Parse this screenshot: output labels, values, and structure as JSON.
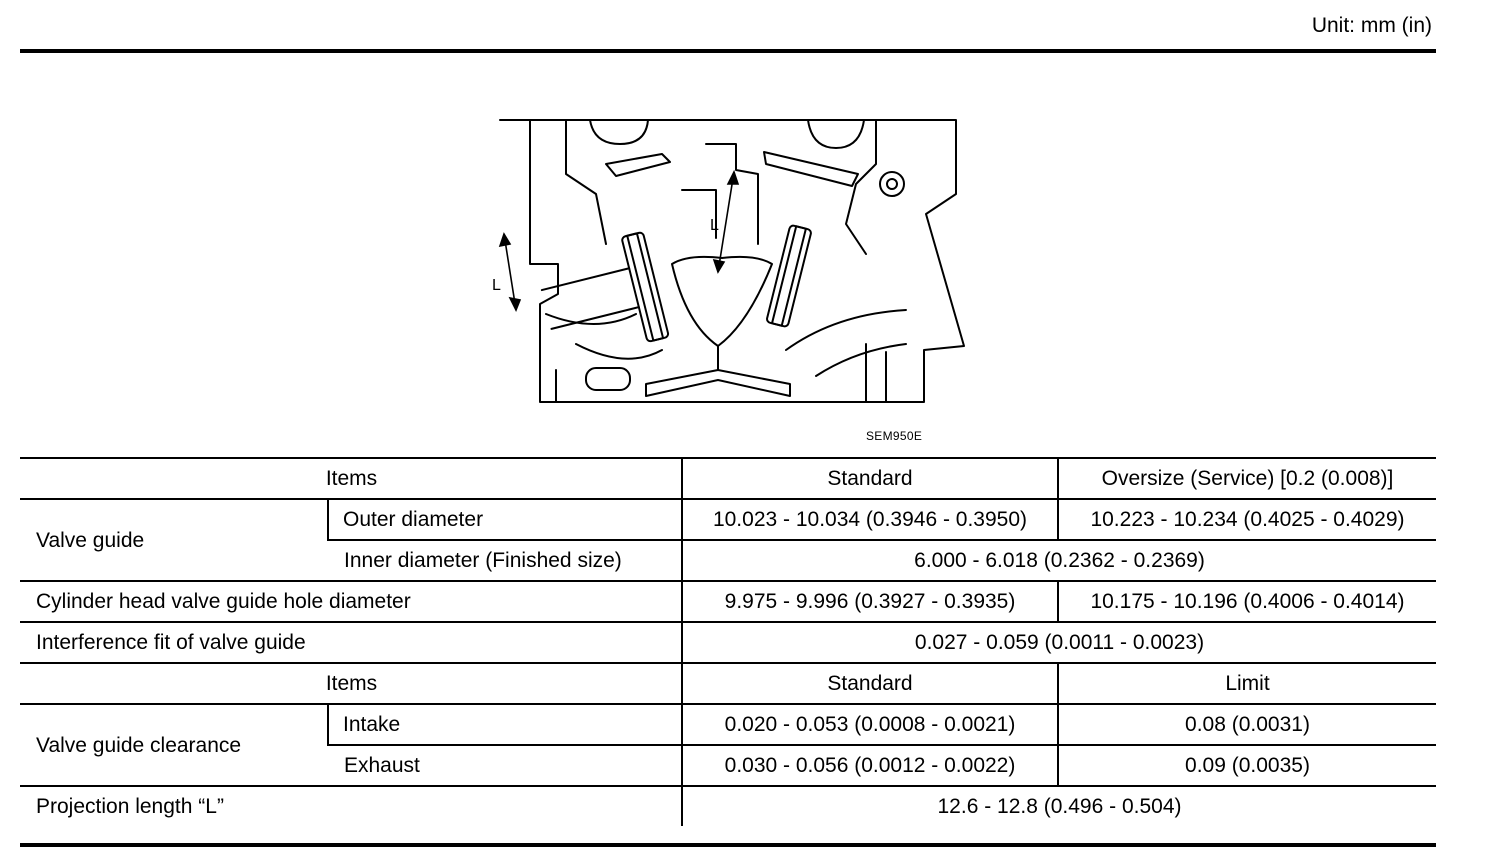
{
  "unit_label": "Unit: mm (in)",
  "figure": {
    "id": "SEM950E",
    "dimension_label": "L"
  },
  "table": {
    "section1": {
      "header": {
        "items": "Items",
        "standard": "Standard",
        "oversize": "Oversize (Service) [0.2 (0.008)]"
      },
      "valve_guide": {
        "label": "Valve guide",
        "outer": {
          "label": "Outer diameter",
          "standard": "10.023 - 10.034 (0.3946 - 0.3950)",
          "oversize": "10.223 - 10.234 (0.4025 - 0.4029)"
        },
        "inner": {
          "label": "Inner diameter (Finished size)",
          "value": "6.000 - 6.018 (0.2362 - 0.2369)"
        }
      },
      "hole_diameter": {
        "label": "Cylinder head valve guide hole diameter",
        "standard": "9.975 - 9.996 (0.3927 - 0.3935)",
        "oversize": "10.175 - 10.196 (0.4006 - 0.4014)"
      },
      "interference": {
        "label": "Interference fit of valve guide",
        "value": "0.027 - 0.059 (0.0011 - 0.0023)"
      }
    },
    "section2": {
      "header": {
        "items": "Items",
        "standard": "Standard",
        "limit": "Limit"
      },
      "clearance": {
        "label": "Valve guide clearance",
        "intake": {
          "label": "Intake",
          "standard": "0.020 - 0.053 (0.0008 - 0.0021)",
          "limit": "0.08 (0.0031)"
        },
        "exhaust": {
          "label": "Exhaust",
          "standard": "0.030 - 0.056 (0.0012 - 0.0022)",
          "limit": "0.09 (0.0035)"
        }
      },
      "projection": {
        "label": "Projection length “L”",
        "value": "12.6 - 12.8 (0.496 - 0.504)"
      }
    }
  }
}
